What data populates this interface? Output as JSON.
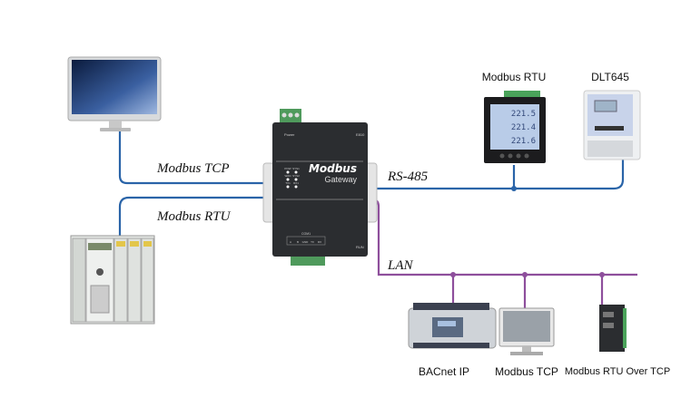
{
  "gateway": {
    "brand": "Modbus",
    "subtitle": "Gateway",
    "power_label": "Power",
    "model": "E810",
    "port_label": "COM1",
    "run_label": "RUN",
    "leds": [
      "POW",
      "SYS1",
      "WAN",
      "SYS2",
      "TX1",
      "RX1"
    ],
    "pins": [
      "A",
      "B",
      "GND",
      "TX",
      "RX"
    ]
  },
  "links": {
    "modbus_tcp": "Modbus TCP",
    "modbus_rtu": "Modbus RTU",
    "rs485": "RS-485",
    "lan": "LAN"
  },
  "devices": {
    "meter": "Modbus RTU",
    "energy_meter": "DLT645",
    "bacnet": "BACnet IP",
    "tcp_monitor": "Modbus TCP",
    "rtu_over_tcp": "Modbus RTU Over TCP"
  },
  "meter_readings": [
    "221.5",
    "221.4",
    "221.6"
  ],
  "colors": {
    "serial_line": "#2a64a8",
    "lan_line": "#8e4f9c"
  }
}
